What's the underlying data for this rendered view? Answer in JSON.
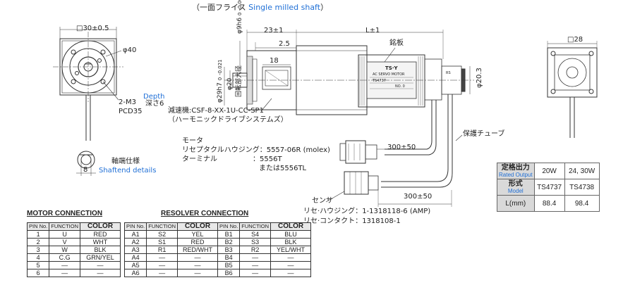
{
  "header": {
    "jp": "（一面フライス",
    "en": "Single milled shaft",
    "close": "）"
  },
  "front_view": {
    "square": "□30±0.5",
    "dia": "φ40",
    "tap": "2-M3",
    "depth_jp": "深さ6",
    "depth_en": "Depth",
    "pcd": "PCD35"
  },
  "shaft_end": {
    "dim": "8",
    "label_jp": "軸端仕様",
    "label_en": "Shaftend details"
  },
  "side_view": {
    "dim_23": "23±1",
    "dim_L": "L±1",
    "dim_25": "2.5",
    "dim_18": "18",
    "shaft_dia": "φ9h6",
    "shaft_tol_top": "0",
    "shaft_tol_bot": "-0.009",
    "pilot_dia": "φ29h7",
    "pilot_tol_top": "0",
    "pilot_tol_bot": "-0.021",
    "phi20": "φ20",
    "phi203": "φ20.3",
    "rot_part": "回転部大径",
    "nameplate": "銘板",
    "plate_brand": "TS·Y",
    "plate_sub": "AC SERVO MOTOR",
    "plate_model": "TS4737",
    "plate_no": "NO. 0",
    "sensor_label": "RS"
  },
  "reducer": {
    "line1": "減速機:CSF-8-XX-1U-CC-SP1",
    "line2": "（ハーモニックドライブシステムズ）"
  },
  "motor_cable": {
    "title": "モータ",
    "housing_label": "リセプタクルハウジング",
    "housing_value": "5557-06R (molex)",
    "terminal_label": "ターミナル",
    "terminal_value": "5556T",
    "terminal_alt": "または5556TL",
    "length": "300±50"
  },
  "protect_tube": "保護チューブ",
  "sensor_cable": {
    "title": "センサ",
    "housing_label": "リセ·ハウジング",
    "housing_value": "1-1318118-6 (AMP)",
    "contact_label": "リセ·コンタクト",
    "contact_value": "1318108-1",
    "length": "300±50"
  },
  "right_view": {
    "square": "□28"
  },
  "spec_table": {
    "rows": [
      {
        "jp": "定格出力",
        "en": "Rated Output",
        "v1": "20W",
        "v2": "24, 30W"
      },
      {
        "jp": "形式",
        "en": "Model",
        "v1": "TS4737",
        "v2": "TS4738"
      },
      {
        "jp": "L(mm)",
        "en": "",
        "v1": "88.4",
        "v2": "98.4"
      }
    ]
  },
  "motor_connection": {
    "title": "MOTOR CONNECTION",
    "headers": [
      "PIN No.",
      "FUNCTION",
      "COLOR"
    ],
    "rows": [
      [
        "1",
        "U",
        "RED"
      ],
      [
        "2",
        "V",
        "WHT"
      ],
      [
        "3",
        "W",
        "BLK"
      ],
      [
        "4",
        "C.G",
        "GRN/YEL"
      ],
      [
        "5",
        "—",
        "—"
      ],
      [
        "6",
        "—",
        "—"
      ]
    ]
  },
  "resolver_connection": {
    "title": "RESOLVER CONNECTION",
    "headers": [
      "PIN No.",
      "FUNCTION",
      "COLOR",
      "PIN No.",
      "FUNCTION",
      "COLOR"
    ],
    "rows": [
      [
        "A1",
        "S2",
        "YEL",
        "B1",
        "S4",
        "BLU"
      ],
      [
        "A2",
        "S1",
        "RED",
        "B2",
        "S3",
        "BLK"
      ],
      [
        "A3",
        "R1",
        "RED/WHT",
        "B3",
        "R2",
        "YEL/WHT"
      ],
      [
        "A4",
        "—",
        "—",
        "B4",
        "—",
        "—"
      ],
      [
        "A5",
        "—",
        "—",
        "B5",
        "—",
        "—"
      ],
      [
        "A6",
        "—",
        "—",
        "B6",
        "—",
        "—"
      ]
    ]
  }
}
